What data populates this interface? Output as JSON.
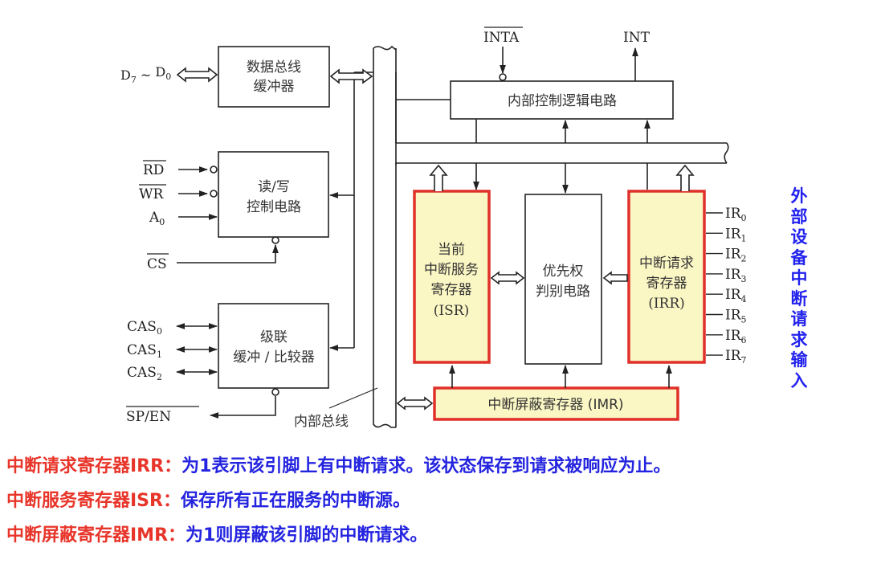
{
  "diagram": {
    "title": "8259A internal block diagram",
    "colors": {
      "highlight_border": "#e0302a",
      "highlight_fill": "#fbf7c4",
      "line": "#222222",
      "note_key": "#e8352a",
      "note_value": "#2424e0"
    },
    "left_signals": {
      "data_bus": "D7 ~ D0",
      "rd": "RD",
      "wr": "WR",
      "a0": "A0",
      "cs": "CS",
      "cas0": "CAS0",
      "cas1": "CAS1",
      "cas2": "CAS2",
      "sp_en": "SP/EN"
    },
    "top_signals": {
      "inta": "INTA",
      "int": "INT"
    },
    "blocks": {
      "data_bus_buffer": [
        "数据总线",
        "缓冲器"
      ],
      "rw_control": [
        "读/写",
        "控制电路"
      ],
      "cascade": [
        "级联",
        "缓冲 / 比较器"
      ],
      "control_logic": "内部控制逻辑电路",
      "isr": [
        "当前",
        "中断服务",
        "寄存器",
        "(ISR)"
      ],
      "priority": [
        "优先权",
        "判别电路"
      ],
      "irr": [
        "中断请求",
        "寄存器",
        "(IRR)"
      ],
      "imr": "中断屏蔽寄存器 (IMR)"
    },
    "internal_bus_label": "内部总线",
    "ir_lines": [
      "IR0",
      "IR1",
      "IR2",
      "IR3",
      "IR4",
      "IR5",
      "IR6",
      "IR7"
    ],
    "side_label": "外部设备中断请求输入"
  },
  "notes": [
    {
      "key": "中断请求寄存器IRR：",
      "value": "为1表示该引脚上有中断请求。该状态保存到请求被响应为止。"
    },
    {
      "key": "中断服务寄存器ISR：",
      "value": "保存所有正在服务的中断源。"
    },
    {
      "key": "中断屏蔽寄存器IMR：",
      "value": "为1则屏蔽该引脚的中断请求。"
    }
  ]
}
